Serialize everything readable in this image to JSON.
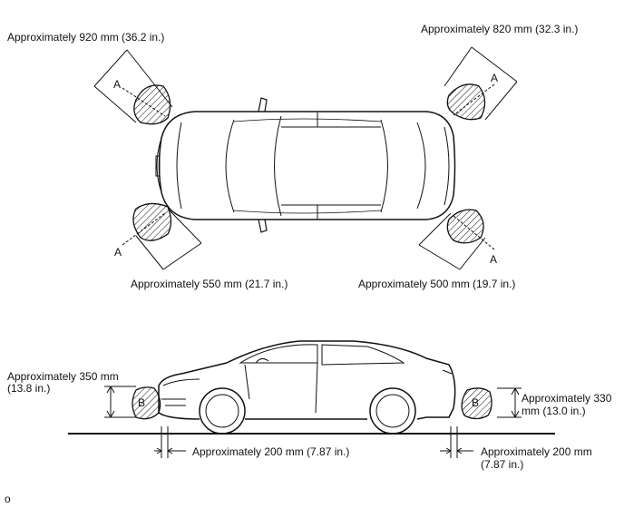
{
  "top_view": {
    "front_left": "Approximately 920 mm (36.2 in.)",
    "front_right": "Approximately 820 mm (32.3 in.)",
    "rear_left": "Approximately 550 mm (21.7 in.)",
    "rear_right": "Approximately 500 mm (19.7 in.)",
    "zone_marker": "A"
  },
  "side_view": {
    "front_height_line1": "Approximately 350 mm",
    "front_height_line2": "(13.8 in.)",
    "front_offset": "Approximately 200 mm (7.87 in.)",
    "rear_height_line1": "Approximately 330",
    "rear_height_line2": "mm (13.0 in.)",
    "rear_offset_line1": "Approximately 200 mm",
    "rear_offset_line2": "(7.87 in.)",
    "zone_marker": "B"
  },
  "footer": {
    "code": "o"
  },
  "colors": {
    "line": "#111111",
    "background": "#ffffff"
  }
}
